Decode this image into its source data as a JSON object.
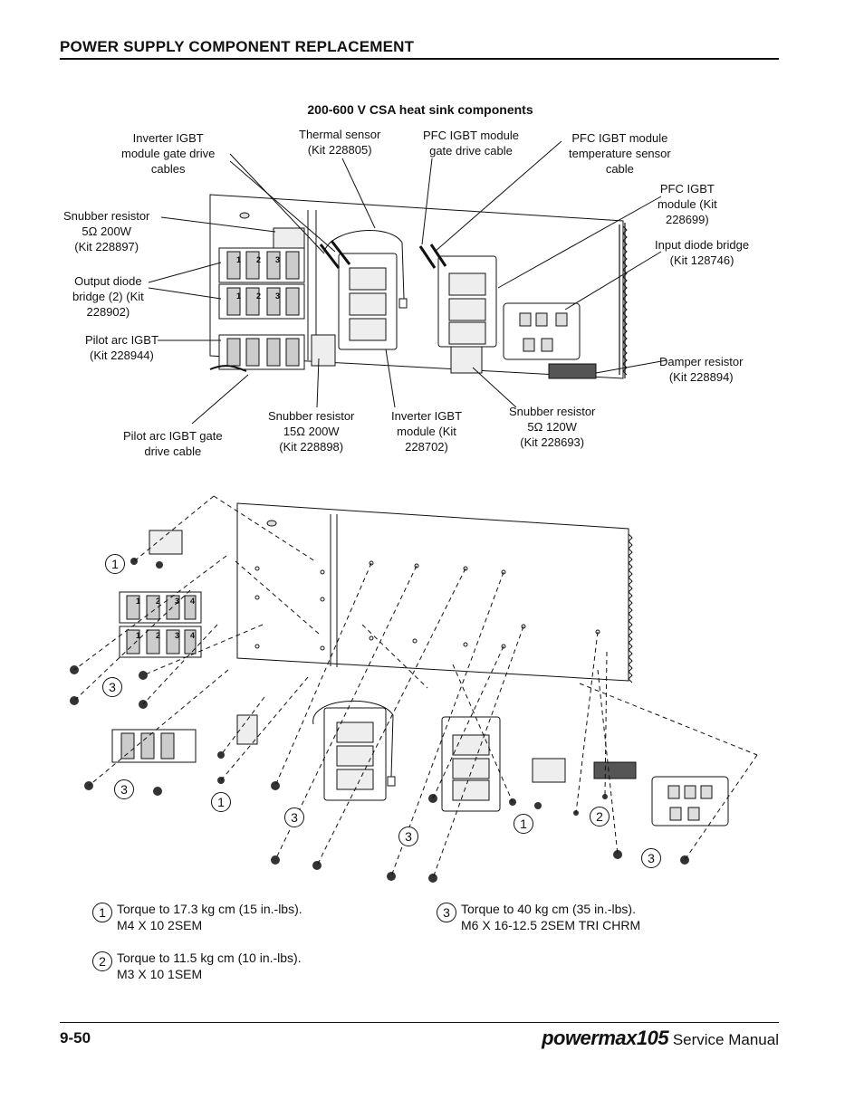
{
  "header": {
    "section_title": "POWER SUPPLY COMPONENT REPLACEMENT"
  },
  "figure": {
    "title": "200-600 V CSA heat sink components",
    "labels": {
      "inverter_gate_cables": "Inverter IGBT\nmodule gate drive\ncables",
      "thermal_sensor": "Thermal sensor\n(Kit 228805)",
      "pfc_gate_cable": "PFC IGBT module\ngate drive cable",
      "pfc_temp_sensor": "PFC IGBT module\ntemperature sensor\ncable",
      "pfc_module": "PFC IGBT\nmodule (Kit\n228699)",
      "input_diode_bridge": "Input diode bridge\n(Kit 128746)",
      "snubber_5_200": "Snubber resistor\n5Ω 200W\n(Kit 228897)",
      "output_diode_bridge": "Output diode\nbridge (2) (Kit\n228902)",
      "pilot_arc_igbt": "Pilot arc IGBT\n(Kit 228944)",
      "damper_resistor": "Damper resistor\n(Kit 228894)",
      "pilot_arc_gate_cable": "Pilot arc IGBT gate\ndrive cable",
      "snubber_15_200": "Snubber resistor\n15Ω 200W\n(Kit 228898)",
      "inverter_module": "Inverter IGBT\nmodule (Kit\n228702)",
      "snubber_5_120": "Snubber resistor\n5Ω 120W\n(Kit 228693)"
    },
    "callout_numbers": [
      "1",
      "3",
      "3",
      "1",
      "3",
      "3",
      "1",
      "2",
      "3"
    ],
    "module_terminals": [
      "1",
      "2",
      "3",
      "4"
    ]
  },
  "torque_notes": [
    {
      "num": "1",
      "line1": "Torque to 17.3 kg cm (15 in.-lbs).",
      "line2": "M4 X 10 2SEM"
    },
    {
      "num": "2",
      "line1": "Torque to 11.5 kg cm (10 in.-lbs).",
      "line2": "M3 X 10 1SEM"
    },
    {
      "num": "3",
      "line1": "Torque to 40 kg cm (35 in.-lbs).",
      "line2": "M6 X 16-12.5 2SEM TRI CHRM"
    }
  ],
  "footer": {
    "page_number": "9-50",
    "brand": "powermax105",
    "manual": "Service Manual"
  }
}
